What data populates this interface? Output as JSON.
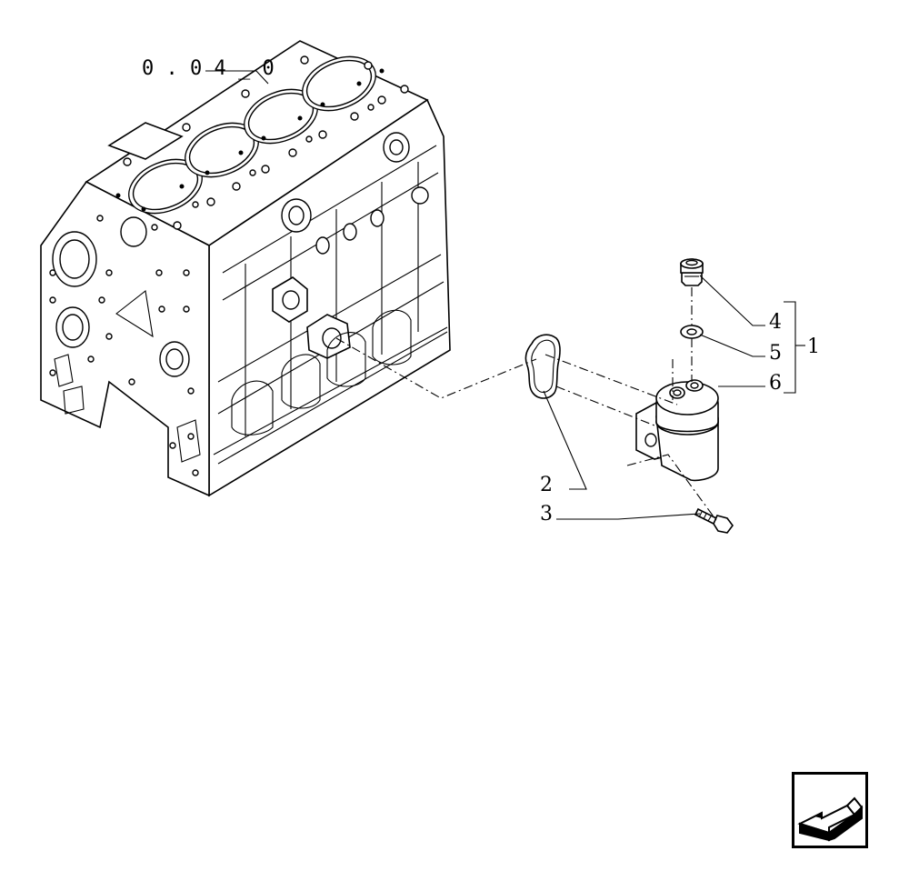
{
  "reference": {
    "assembly_ref": "0 . 0 4 _ 0"
  },
  "callouts": {
    "c1": "1",
    "c2": "2",
    "c3": "3",
    "c4": "4",
    "c5": "5",
    "c6": "6"
  },
  "nav": {
    "icon": "arrow-back-icon"
  }
}
